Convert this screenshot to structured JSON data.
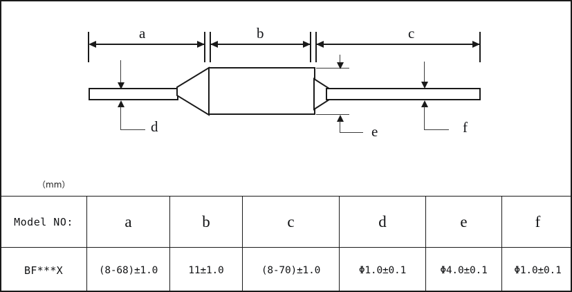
{
  "drawing": {
    "title": "axial-component-dimension-drawing",
    "line_color": "#1a1a1a",
    "background_color": "#ffffff",
    "horizontal_dimensions": [
      {
        "key": "a",
        "label": "a"
      },
      {
        "key": "b",
        "label": "b"
      },
      {
        "key": "c",
        "label": "c"
      }
    ],
    "vertical_dimensions": [
      {
        "key": "d",
        "label": "d"
      },
      {
        "key": "e",
        "label": "e"
      },
      {
        "key": "f",
        "label": "f"
      }
    ]
  },
  "units_caption": "（mm）",
  "table": {
    "columns": [
      "Model NO:",
      "a",
      "b",
      "c",
      "d",
      "e",
      "f"
    ],
    "rows": [
      [
        "BF***X",
        "(8-68)±1.0",
        "11±1.0",
        "(8-70)±1.0",
        "Φ1.0±0.1",
        "Φ4.0±0.1",
        "Φ1.0±0.1"
      ]
    ]
  }
}
